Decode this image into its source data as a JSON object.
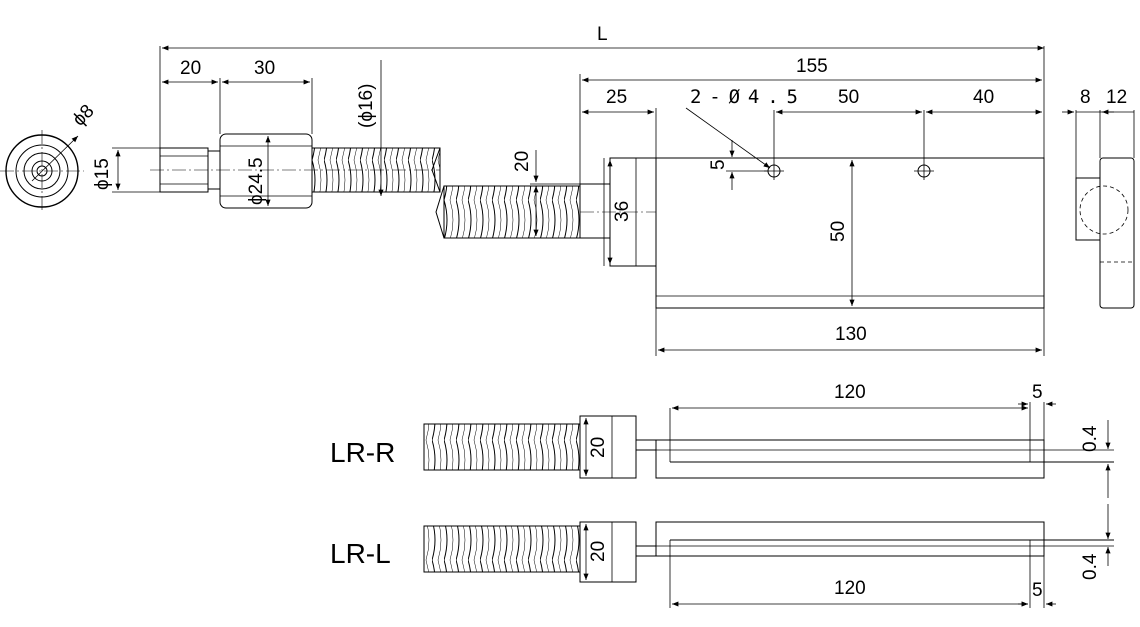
{
  "labels": {
    "overall_length": "L",
    "dim_20": "20",
    "dim_30": "30",
    "dim_155": "155",
    "dim_25": "25",
    "hole_spec": "2-Ø4.5",
    "dim_50_top": "50",
    "dim_40": "40",
    "dim_8": "8",
    "dim_12": "12",
    "phi8": "ϕ8",
    "phi15": "ϕ15",
    "phi245": "ϕ24.5",
    "phi16": "(ϕ16)",
    "dim_20_vert": "20",
    "dim_5_vert": "5",
    "dim_36": "36",
    "dim_50_vert": "50",
    "dim_130": "130",
    "lr_r": "LR-R",
    "lr_l": "LR-L",
    "dim_120_top": "120",
    "dim_5_top": "5",
    "dim_04_top": "0.4",
    "dim_20_lrr": "20",
    "dim_20_lrl": "20",
    "dim_120_bottom": "120",
    "dim_5_bottom": "5",
    "dim_04_bottom": "0.4"
  },
  "colors": {
    "line": "#000000",
    "background": "#ffffff"
  }
}
